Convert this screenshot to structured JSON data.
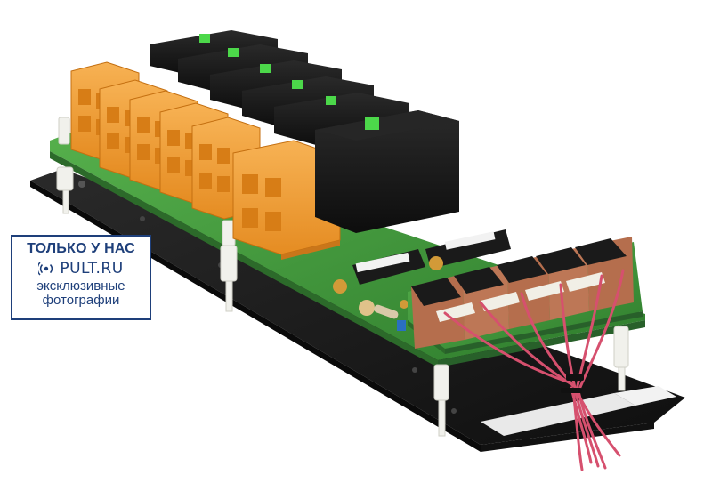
{
  "badge": {
    "title": "ТОЛЬКО У НАС",
    "brand": "PULT.RU",
    "caption_line1": "эксклюзивные",
    "caption_line2": "фотографии"
  },
  "colors": {
    "terminal_orange": "#f3a23c",
    "relay_black": "#151515",
    "relay_indicator_green": "#4cd84a",
    "pcb_green": "#3f9a3c",
    "base_plate": "#1b1b1b",
    "wire_red": "#d6506e",
    "badge_blue": "#1e3f7a"
  },
  "icons": {
    "brand_logo": "signal-rings-icon"
  }
}
